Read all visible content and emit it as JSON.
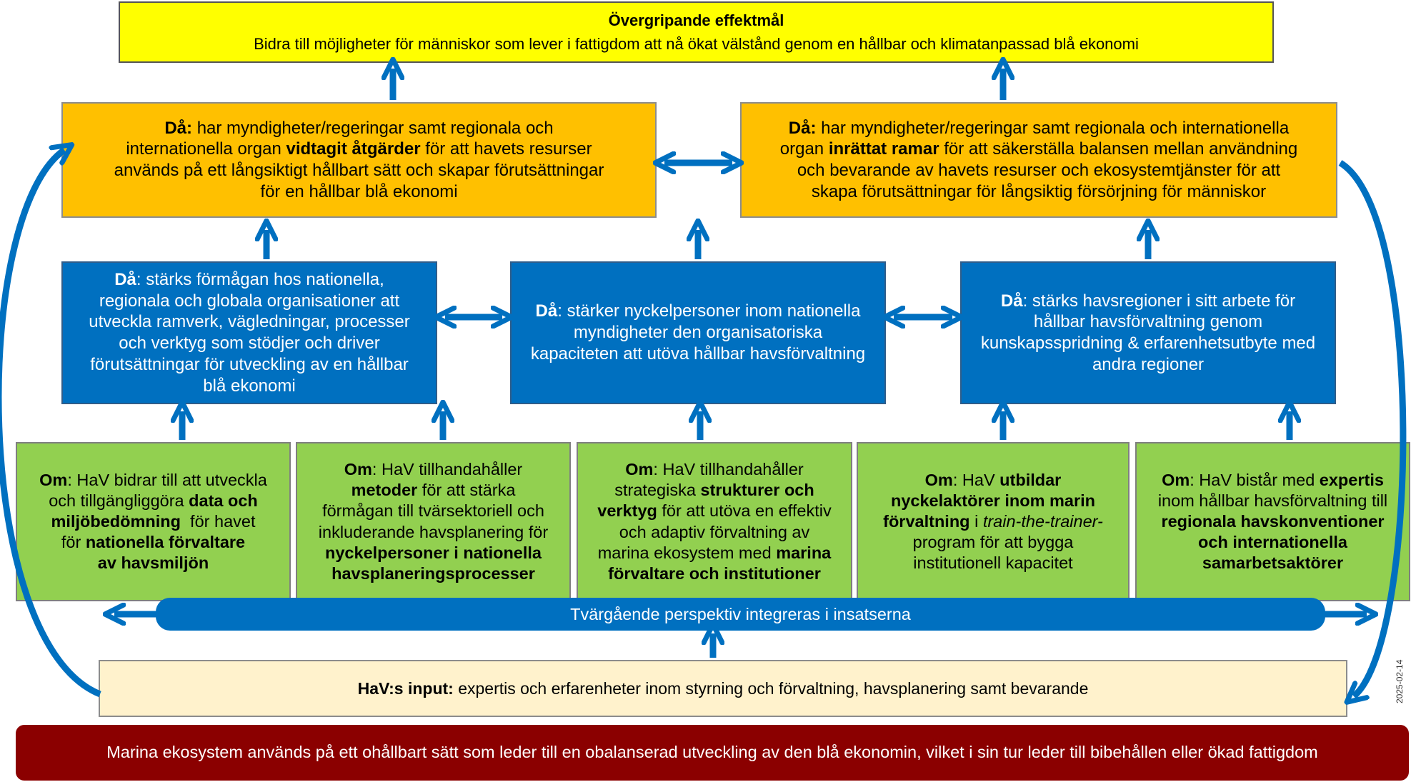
{
  "goal": {
    "title": "Övergripande effektmål",
    "text": "Bidra till möjligheter för människor som lever i fattigdom att nå ökat välstånd genom en hållbar och klimatanpassad blå ekonomi"
  },
  "outcomes": [
    {
      "id": "orange-left",
      "lines": [
        [
          {
            "t": "Då:",
            "b": true
          },
          {
            "t": " har myndigheter/regeringar samt regionala och",
            "b": false
          }
        ],
        [
          {
            "t": "internationella organ ",
            "b": false
          },
          {
            "t": "vidtagit åtgärder",
            "b": true
          },
          {
            "t": " för att havets resurser",
            "b": false
          }
        ],
        [
          {
            "t": "används på ett långsiktigt hållbart sätt och skapar förutsättningar",
            "b": false
          }
        ],
        [
          {
            "t": "för en hållbar blå ekonomi",
            "b": false
          }
        ]
      ]
    },
    {
      "id": "orange-right",
      "lines": [
        [
          {
            "t": "Då:",
            "b": true
          },
          {
            "t": " har myndigheter/regeringar samt regionala och internationella",
            "b": false
          }
        ],
        [
          {
            "t": "organ ",
            "b": false
          },
          {
            "t": "inrättat ramar",
            "b": true
          },
          {
            "t": " för att säkerställa balansen mellan användning",
            "b": false
          }
        ],
        [
          {
            "t": "och bevarande av havets resurser och ekosystemtjänster för att",
            "b": false
          }
        ],
        [
          {
            "t": "skapa förutsättningar för långsiktig försörjning för människor",
            "b": false
          }
        ]
      ]
    }
  ],
  "intermediate": [
    {
      "id": "blue-left",
      "lines": [
        [
          {
            "t": "Då",
            "b": true
          },
          {
            "t": ": stärks förmågan hos nationella,",
            "b": false
          }
        ],
        [
          {
            "t": "regionala och globala organisationer att",
            "b": false
          }
        ],
        [
          {
            "t": "utveckla ramverk, vägledningar, processer",
            "b": false
          }
        ],
        [
          {
            "t": "och verktyg som stödjer och driver",
            "b": false
          }
        ],
        [
          {
            "t": "förutsättningar för utveckling av en hållbar",
            "b": false
          }
        ],
        [
          {
            "t": "blå ekonomi",
            "b": false
          }
        ]
      ]
    },
    {
      "id": "blue-center",
      "lines": [
        [
          {
            "t": "Då",
            "b": true
          },
          {
            "t": ": stärker nyckelpersoner inom nationella",
            "b": false
          }
        ],
        [
          {
            "t": "myndigheter den organisatoriska",
            "b": false
          }
        ],
        [
          {
            "t": "kapaciteten att utöva hållbar havsförvaltning",
            "b": false
          }
        ]
      ]
    },
    {
      "id": "blue-right",
      "lines": [
        [
          {
            "t": "Då",
            "b": true
          },
          {
            "t": ": stärks havsregioner i sitt arbete för",
            "b": false
          }
        ],
        [
          {
            "t": "hållbar havsförvaltning genom",
            "b": false
          }
        ],
        [
          {
            "t": "kunskapsspridning & erfarenhetsutbyte med",
            "b": false
          }
        ],
        [
          {
            "t": "andra regioner",
            "b": false
          }
        ]
      ]
    }
  ],
  "activities": [
    {
      "id": "green-1",
      "lines": [
        [
          {
            "t": "Om",
            "b": true
          },
          {
            "t": ": HaV bidrar till att utveckla",
            "b": false
          }
        ],
        [
          {
            "t": "och tillgängliggöra ",
            "b": false
          },
          {
            "t": "data och",
            "b": true
          }
        ],
        [
          {
            "t": "miljöbedömning",
            "b": true
          },
          {
            "t": "  för havet",
            "b": false
          }
        ],
        [
          {
            "t": "för ",
            "b": false
          },
          {
            "t": "nationella förvaltare",
            "b": true
          }
        ],
        [
          {
            "t": "av havsmiljön",
            "b": true
          }
        ]
      ]
    },
    {
      "id": "green-2",
      "lines": [
        [
          {
            "t": "Om",
            "b": true
          },
          {
            "t": ": HaV tillhandahåller",
            "b": false
          }
        ],
        [
          {
            "t": "metoder",
            "b": true
          },
          {
            "t": " för att stärka",
            "b": false
          }
        ],
        [
          {
            "t": "förmågan till tvärsektoriell och",
            "b": false
          }
        ],
        [
          {
            "t": "inkluderande havsplanering för",
            "b": false
          }
        ],
        [
          {
            "t": "nyckelpersoner i nationella",
            "b": true
          }
        ],
        [
          {
            "t": "havsplaneringsprocesser",
            "b": true
          }
        ]
      ]
    },
    {
      "id": "green-3",
      "lines": [
        [
          {
            "t": "Om",
            "b": true
          },
          {
            "t": ": HaV tillhandahåller",
            "b": false
          }
        ],
        [
          {
            "t": "strategiska ",
            "b": false
          },
          {
            "t": "strukturer och",
            "b": true
          }
        ],
        [
          {
            "t": "verktyg",
            "b": true
          },
          {
            "t": " för att utöva en effektiv",
            "b": false
          }
        ],
        [
          {
            "t": "och adaptiv förvaltning av",
            "b": false
          }
        ],
        [
          {
            "t": "marina ekosystem med ",
            "b": false
          },
          {
            "t": "marina",
            "b": true
          }
        ],
        [
          {
            "t": "förvaltare och institutioner",
            "b": true
          }
        ]
      ]
    },
    {
      "id": "green-4",
      "lines": [
        [
          {
            "t": "Om",
            "b": true
          },
          {
            "t": ": HaV ",
            "b": false
          },
          {
            "t": "utbildar",
            "b": true
          }
        ],
        [
          {
            "t": "nyckelaktörer inom marin",
            "b": true
          }
        ],
        [
          {
            "t": "förvaltning",
            "b": true
          },
          {
            "t": " i ",
            "b": false
          },
          {
            "t": "train-the-trainer-",
            "b": false,
            "i": true
          }
        ],
        [
          {
            "t": "program för att bygga",
            "b": false
          }
        ],
        [
          {
            "t": "institutionell kapacitet",
            "b": false
          }
        ]
      ]
    },
    {
      "id": "green-5",
      "lines": [
        [
          {
            "t": "Om",
            "b": true
          },
          {
            "t": ": HaV bistår med ",
            "b": false
          },
          {
            "t": "expertis",
            "b": true
          }
        ],
        [
          {
            "t": "inom hållbar havsförvaltning till",
            "b": false
          }
        ],
        [
          {
            "t": "regionala havskonventioner",
            "b": true
          }
        ],
        [
          {
            "t": "och internationella",
            "b": true
          }
        ],
        [
          {
            "t": "samarbetsaktörer",
            "b": true
          }
        ]
      ]
    }
  ],
  "crosscutting": "Tvärgående perspektiv integreras i insatserna",
  "input": {
    "label": "HaV:s input:",
    "text": " expertis och erfarenheter inom styrning och förvaltning, havsplanering samt bevarande"
  },
  "problem": "Marina ekosystem används på ett ohållbart sätt som leder till en obalanserad utveckling av den blå ekonomin, vilket i sin tur leder till bibehållen eller ökad fattigdom",
  "datestamp": "2025-02-14",
  "colors": {
    "goal": "#ffff00",
    "outcome": "#ffc000",
    "intermediate": "#0070c0",
    "activity": "#92d050",
    "input": "#fff2cc",
    "problem": "#8b0000",
    "arrow": "#0070c0"
  }
}
